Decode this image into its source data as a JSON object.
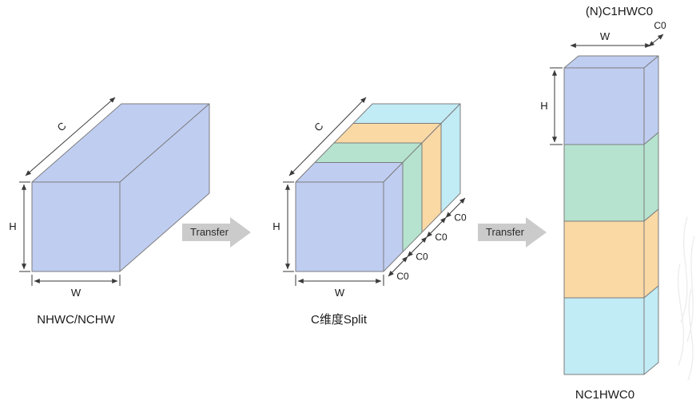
{
  "colors": {
    "blue": "#bfcdf1",
    "green": "#b5e3cf",
    "orange": "#fad9a5",
    "cyan": "#c1ebf5",
    "transfer_arrow": "#cbcbcb"
  },
  "left_tensor": {
    "label": "NHWC/NCHW",
    "dim_c": "C",
    "dim_h": "H",
    "dim_w": "W"
  },
  "middle_tensor": {
    "label": "C维度Split",
    "dim_c": "C",
    "dim_h": "H",
    "dim_w": "W",
    "c0_labels": [
      "C0",
      "C0",
      "C0",
      "C0"
    ]
  },
  "right_tensor": {
    "top_label": "(N)C1HWC0",
    "bottom_label": "NC1HWC0",
    "dim_w": "W",
    "dim_h": "H",
    "dim_c0": "C0"
  },
  "transfers": {
    "first": "Transfer",
    "second": "Transfer"
  }
}
